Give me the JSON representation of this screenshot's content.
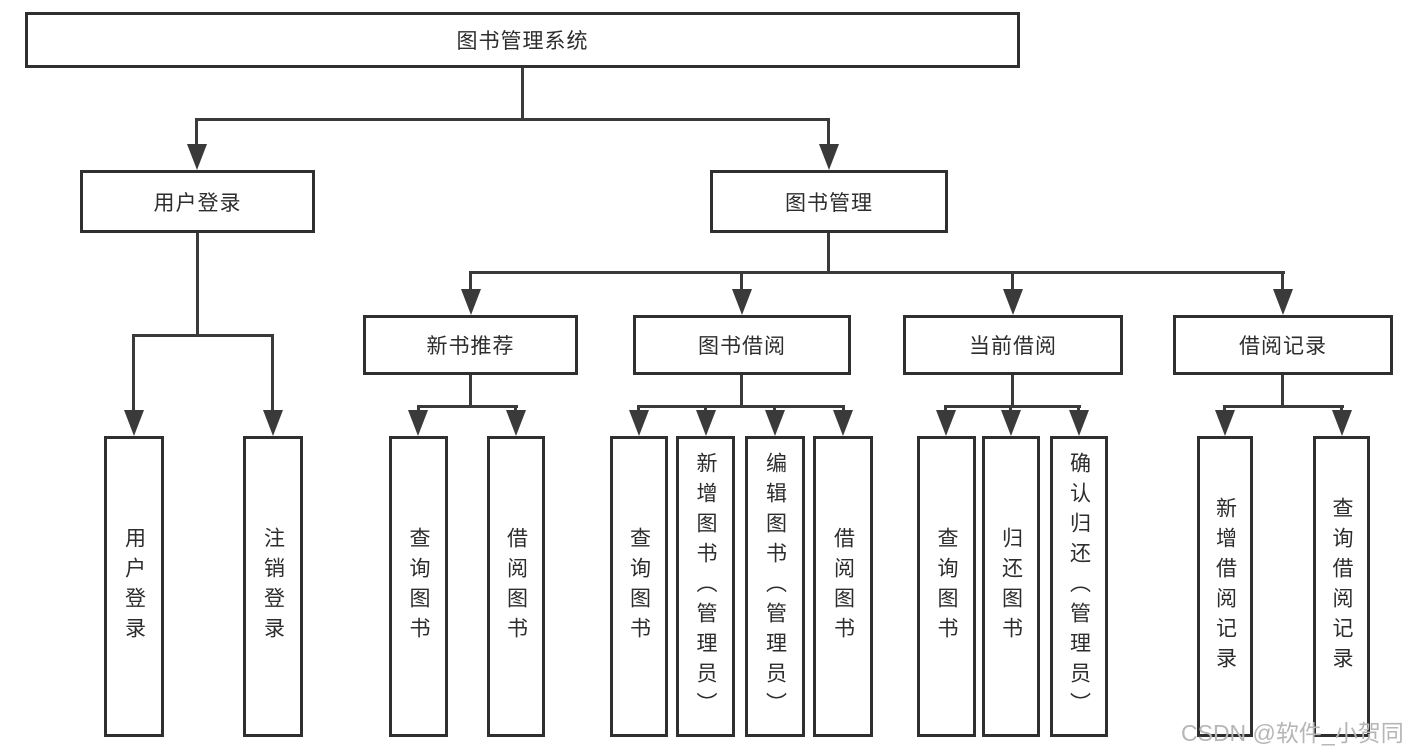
{
  "diagram": {
    "root": {
      "label": "图书管理系统"
    },
    "level2": [
      {
        "label": "用户登录"
      },
      {
        "label": "图书管理"
      }
    ],
    "level3": [
      {
        "label": "新书推荐",
        "parent": "图书管理"
      },
      {
        "label": "图书借阅",
        "parent": "图书管理"
      },
      {
        "label": "当前借阅",
        "parent": "图书管理"
      },
      {
        "label": "借阅记录",
        "parent": "图书管理"
      }
    ],
    "leaves": [
      {
        "label": "用户登录",
        "parent": "用户登录"
      },
      {
        "label": "注销登录",
        "parent": "用户登录"
      },
      {
        "label": "查询图书",
        "parent": "新书推荐"
      },
      {
        "label": "借阅图书",
        "parent": "新书推荐"
      },
      {
        "label": "查询图书",
        "parent": "图书借阅"
      },
      {
        "label": "新增图书（管理员）",
        "parent": "图书借阅"
      },
      {
        "label": "编辑图书（管理员）",
        "parent": "图书借阅"
      },
      {
        "label": "借阅图书",
        "parent": "图书借阅"
      },
      {
        "label": "查询图书",
        "parent": "当前借阅"
      },
      {
        "label": "归还图书",
        "parent": "当前借阅"
      },
      {
        "label": "确认归还（管理员）",
        "parent": "当前借阅"
      },
      {
        "label": "新增借阅记录",
        "parent": "借阅记录"
      },
      {
        "label": "查询借阅记录",
        "parent": "借阅记录"
      }
    ],
    "colors": {
      "line": "#3a3a3a",
      "text": "#2d2d2d",
      "watermark": "#b6b6b6"
    }
  },
  "watermark": "CSDN @软件_小贺同学"
}
